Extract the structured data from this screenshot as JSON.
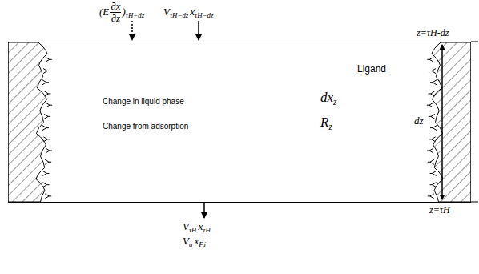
{
  "diagram": {
    "nodes": [
      {
        "text": [
          "Ligand",
          "Change in liquid phase",
          "dx",
          "z",
          "Change from adsorption",
          "R",
          "z"
        ]
      }
    ],
    "labels": [
      "(E",
      "∂x",
      "∂z",
      ")",
      "τH−dz",
      "V",
      "τH−dz",
      "x",
      "τH−dz",
      "z=τH-dz",
      "dz",
      "z=τH",
      "V",
      "τH",
      "x",
      "τH",
      "V",
      "a",
      "x",
      "F,i"
    ]
  }
}
